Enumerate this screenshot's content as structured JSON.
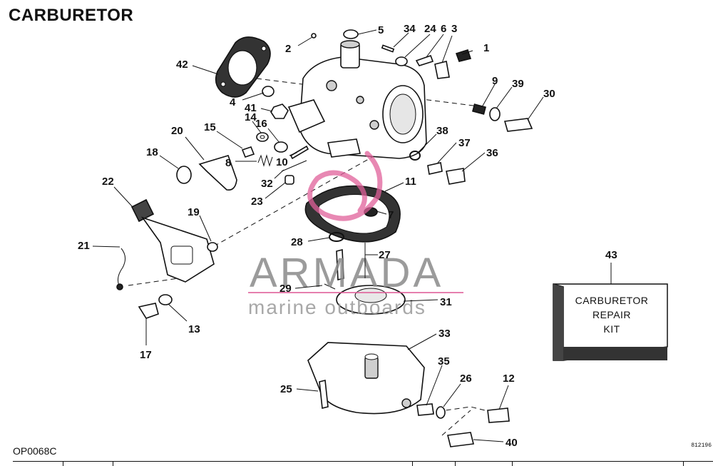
{
  "title": "CARBURETOR",
  "reference_code": "OP0068C",
  "drawing_code": "812196",
  "watermark": {
    "brand": "ARMADA",
    "tagline": "marine outboards",
    "accent": "#e0609a"
  },
  "kit": {
    "number": "43",
    "lines": [
      "CARBURETOR",
      "REPAIR",
      "KIT"
    ]
  },
  "callouts": [
    "1",
    "2",
    "3",
    "4",
    "5",
    "6",
    "7",
    "8",
    "9",
    "10",
    "11",
    "12",
    "13",
    "14",
    "15",
    "16",
    "17",
    "18",
    "19",
    "20",
    "21",
    "22",
    "23",
    "24",
    "25",
    "26",
    "27",
    "28",
    "29",
    "30",
    "31",
    "32",
    "33",
    "34",
    "35",
    "36",
    "37",
    "38",
    "39",
    "40",
    "41",
    "42"
  ]
}
